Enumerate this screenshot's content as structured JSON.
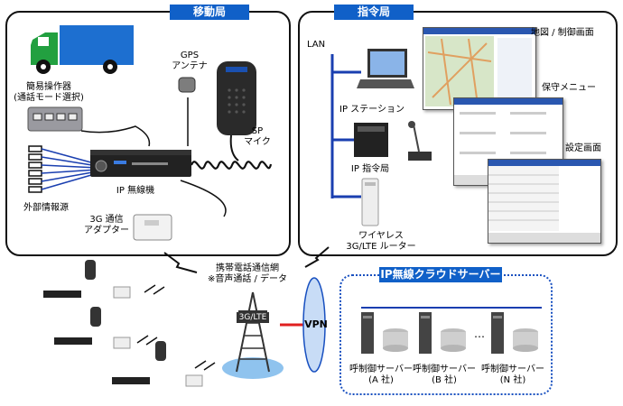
{
  "mobile": {
    "header": "移動局",
    "simple_console_1": "簡易操作器",
    "simple_console_2": "(通話モード選択)",
    "gps_1": "GPS",
    "gps_2": "アンテナ",
    "sp_1": "SP",
    "sp_2": "マイク",
    "radio": "IP 無線機",
    "ext_info": "外部情報源",
    "adapter_1": "3G 通信",
    "adapter_2": "アダプター"
  },
  "dispatch": {
    "header": "指令局",
    "lan": "LAN",
    "ip_station": "IP ステーション",
    "ip_dispatch": "IP 指令局",
    "router_1": "ワイヤレス",
    "router_2": "3G/LTE ルーター",
    "map_screen": "地図 / 制御画面",
    "maint_menu": "保守メニュー",
    "settings_screen": "設定画面"
  },
  "network": {
    "carrier_1": "携帯電話通信網",
    "carrier_2": "※音声通話 / データ",
    "tower_label": "3G/LTE",
    "vpn": "VPN"
  },
  "cloud": {
    "header": "IP無線クラウドサーバー",
    "ellipsis": "…",
    "servers": [
      {
        "line1": "呼制御サーバー",
        "line2": "(A 社)"
      },
      {
        "line1": "呼制御サーバー",
        "line2": "(B 社)"
      },
      {
        "line1": "呼制御サーバー",
        "line2": "(N 社)"
      }
    ]
  },
  "colors": {
    "header_blue": "#1060c8",
    "line_blue": "#1a3fb0",
    "vpn_red": "#e02020",
    "truck_green": "#22a040",
    "truck_blue": "#1d6fd0"
  }
}
